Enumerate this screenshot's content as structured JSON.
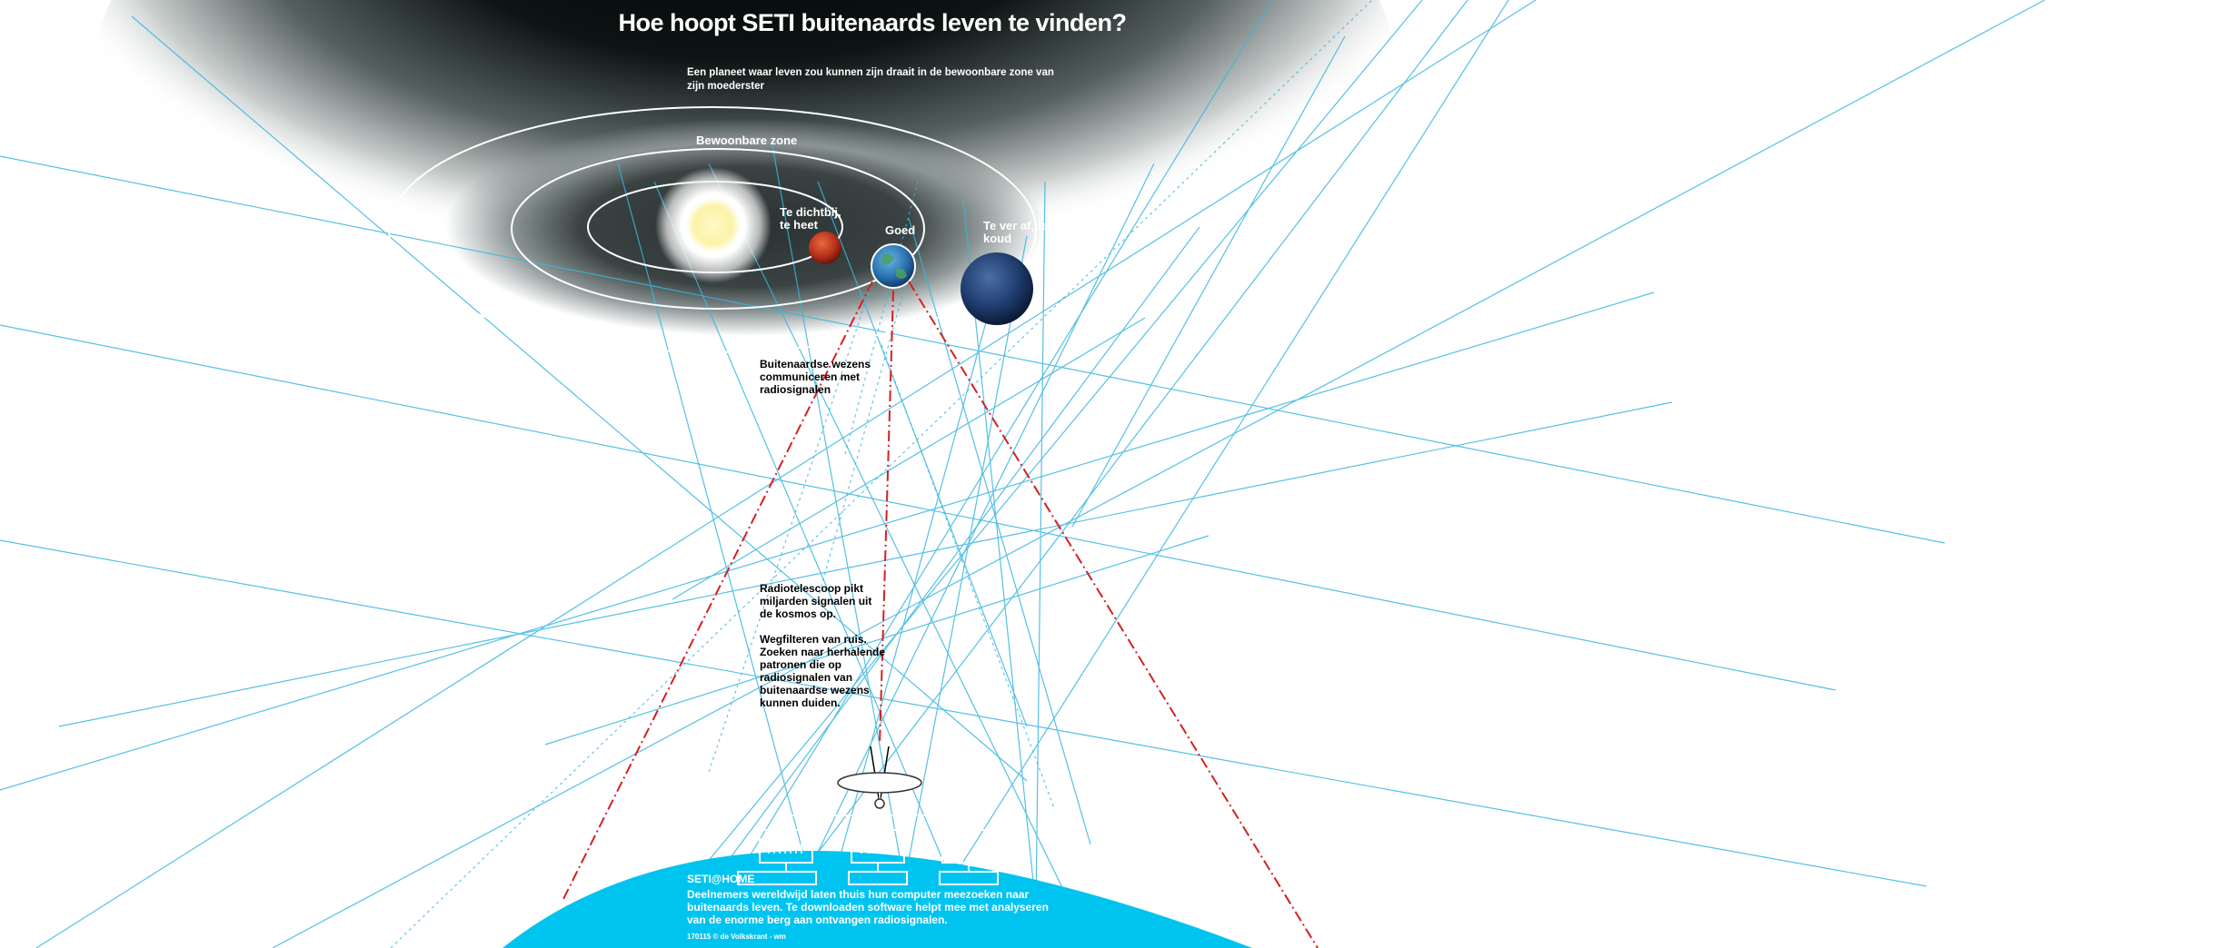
{
  "title": "Hoe hoopt SETI buitenaards leven te vinden?",
  "intro": "Een planeet waar leven zou kunnen zijn draait in de bewoonbare zone van zijn moederster",
  "zone_label": "Bewoonbare zone",
  "planets": {
    "too_close": "Te dichtbij, te heet",
    "good": "Goed",
    "too_far": "Te ver af, te koud"
  },
  "aliens_text": "Buitenaardse wezens communiceren met radiosignalen",
  "telescope_text": "Radiotelescoop pikt miljarden signalen uit de kosmos op.",
  "filter_text": "Wegfilteren van ruis. Zoeken naar herhalende patronen die op radiosignalen van buitenaardse wezens kunnen duiden.",
  "seti_home": {
    "title": "SETI@HOME",
    "description": "Deelnemers wereldwijd laten thuis hun computer meezoeken naar buitenaards leven. Te downloaden software helpt mee met analyseren van de enorme berg aan ontvangen radiosignalen."
  },
  "credit": "170115 © de Volkskrant - wm",
  "colors": {
    "sky": "#000000",
    "earth_surface": "#00c4f0",
    "signal_lines": "#38b6e0",
    "alien_signal": "#d42020",
    "sun": "#fff6b0",
    "hot_planet": "#c83a1a",
    "cold_planet": "#1e3a6a"
  },
  "icons": [
    "sun-icon",
    "hot-planet-icon",
    "earth-planet-icon",
    "cold-planet-icon",
    "radio-telescope-icon",
    "computer-icon"
  ]
}
